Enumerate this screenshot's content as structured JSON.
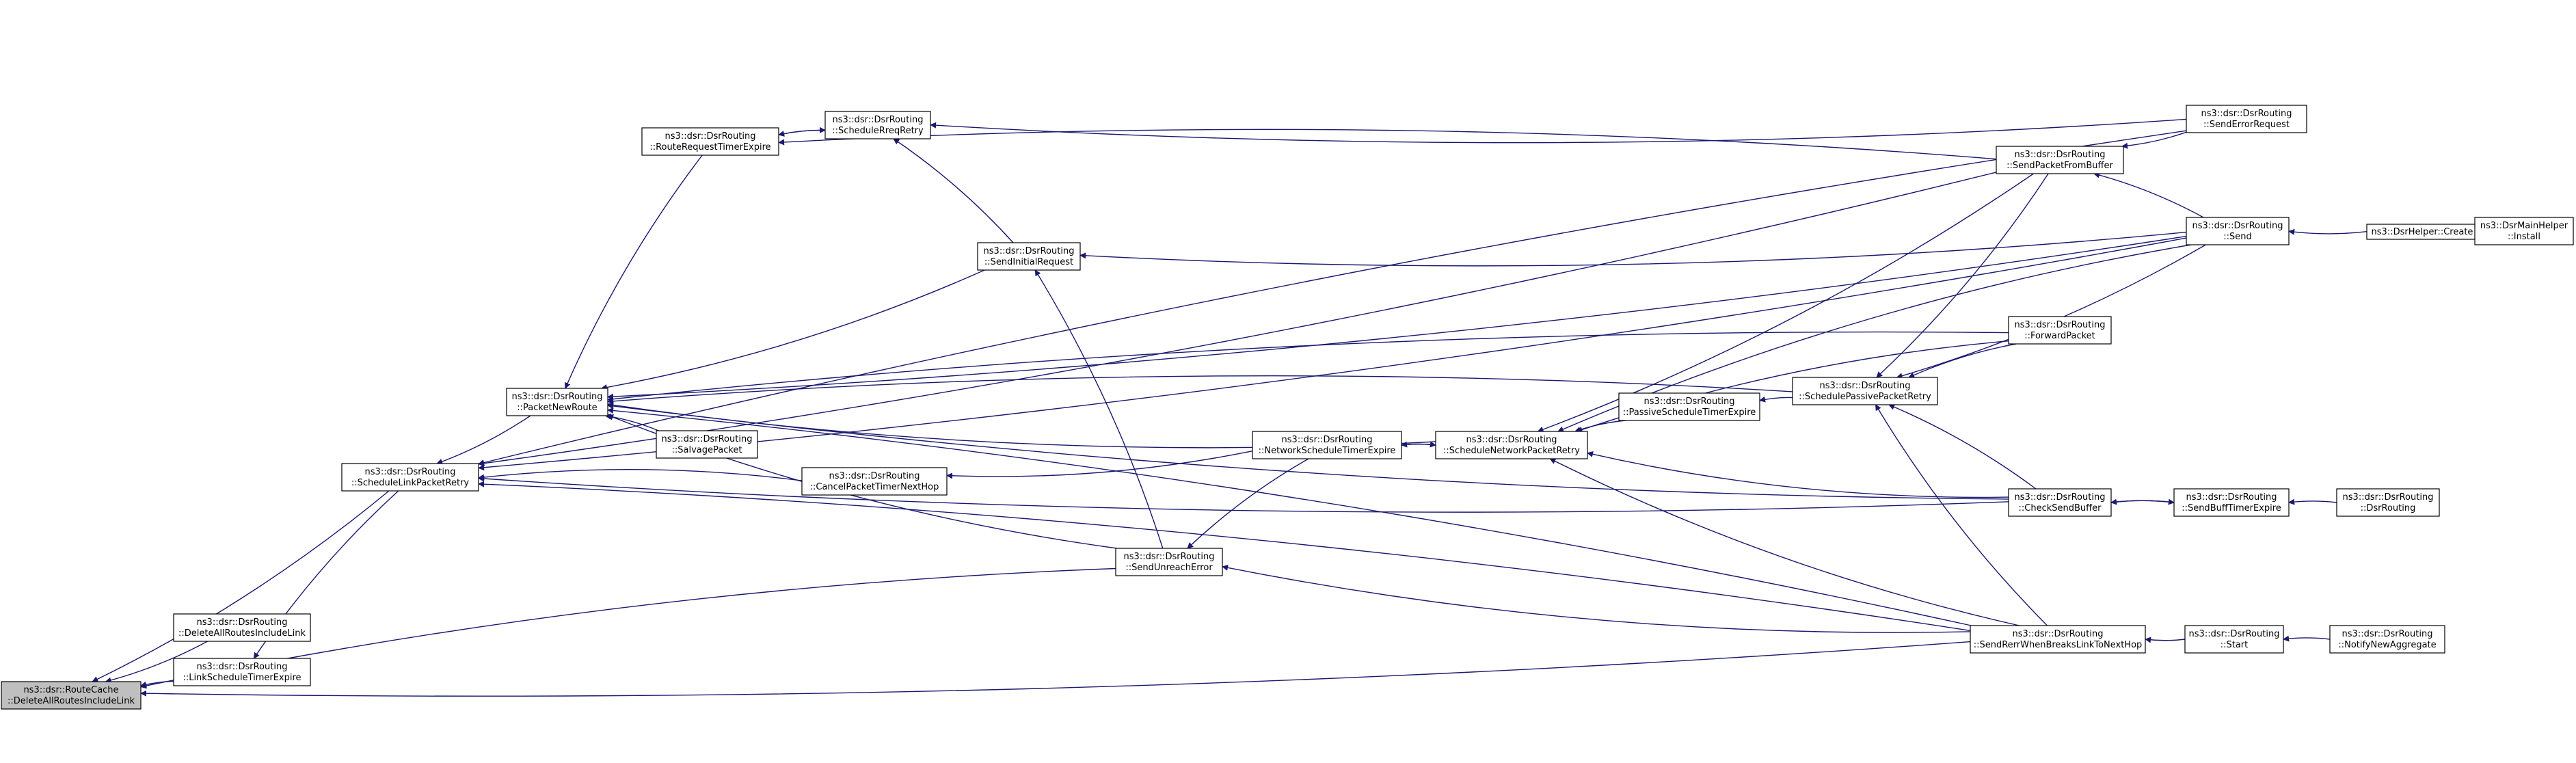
{
  "diagram": {
    "type": "caller-graph",
    "edge_color": "#191970",
    "root_fill": "#bfbfbf",
    "nodes": [
      {
        "id": "root",
        "lines": [
          "ns3::dsr::RouteCache",
          "::DeleteAllRoutesIncludeLink"
        ],
        "root": true
      },
      {
        "id": "deleteAll",
        "lines": [
          "ns3::dsr::DsrRouting",
          "::DeleteAllRoutesIncludeLink"
        ]
      },
      {
        "id": "linkSched",
        "lines": [
          "ns3::dsr::DsrRouting",
          "::LinkScheduleTimerExpire"
        ]
      },
      {
        "id": "schedLink",
        "lines": [
          "ns3::dsr::DsrRouting",
          "::ScheduleLinkPacketRetry"
        ]
      },
      {
        "id": "packetNew",
        "lines": [
          "ns3::dsr::DsrRouting",
          "::PacketNewRoute"
        ]
      },
      {
        "id": "routeReq",
        "lines": [
          "ns3::dsr::DsrRouting",
          "::RouteRequestTimerExpire"
        ]
      },
      {
        "id": "schedRreq",
        "lines": [
          "ns3::dsr::DsrRouting",
          "::ScheduleRreqRetry"
        ]
      },
      {
        "id": "salvage",
        "lines": [
          "ns3::dsr::DsrRouting",
          "::SalvagePacket"
        ]
      },
      {
        "id": "cancelTimer",
        "lines": [
          "ns3::dsr::DsrRouting",
          "::CancelPacketTimerNextHop"
        ]
      },
      {
        "id": "sendInitial",
        "lines": [
          "ns3::dsr::DsrRouting",
          "::SendInitialRequest"
        ]
      },
      {
        "id": "sendUnreach",
        "lines": [
          "ns3::dsr::DsrRouting",
          "::SendUnreachError"
        ]
      },
      {
        "id": "netSchedTimer",
        "lines": [
          "ns3::dsr::DsrRouting",
          "::NetworkScheduleTimerExpire"
        ]
      },
      {
        "id": "schedNet",
        "lines": [
          "ns3::dsr::DsrRouting",
          "::ScheduleNetworkPacketRetry"
        ]
      },
      {
        "id": "passiveTimer",
        "lines": [
          "ns3::dsr::DsrRouting",
          "::PassiveScheduleTimerExpire"
        ]
      },
      {
        "id": "schedPassive",
        "lines": [
          "ns3::dsr::DsrRouting",
          "::SchedulePassivePacketRetry"
        ]
      },
      {
        "id": "sendFromBuf",
        "lines": [
          "ns3::dsr::DsrRouting",
          "::SendPacketFromBuffer"
        ]
      },
      {
        "id": "forward",
        "lines": [
          "ns3::dsr::DsrRouting",
          "::ForwardPacket"
        ]
      },
      {
        "id": "checkBuf",
        "lines": [
          "ns3::dsr::DsrRouting",
          "::CheckSendBuffer"
        ]
      },
      {
        "id": "sendBuffTimer",
        "lines": [
          "ns3::dsr::DsrRouting",
          "::SendBuffTimerExpire"
        ]
      },
      {
        "id": "ctor",
        "lines": [
          "ns3::dsr::DsrRouting",
          "::DsrRouting"
        ]
      },
      {
        "id": "sendRerr",
        "lines": [
          "ns3::dsr::DsrRouting",
          "::SendRerrWhenBreaksLinkToNextHop"
        ]
      },
      {
        "id": "start",
        "lines": [
          "ns3::dsr::DsrRouting",
          "::Start"
        ]
      },
      {
        "id": "notify",
        "lines": [
          "ns3::dsr::DsrRouting",
          "::NotifyNewAggregate"
        ]
      },
      {
        "id": "sendErrReq",
        "lines": [
          "ns3::dsr::DsrRouting",
          "::SendErrorRequest"
        ]
      },
      {
        "id": "send",
        "lines": [
          "ns3::dsr::DsrRouting",
          "::Send"
        ]
      },
      {
        "id": "helperCreate",
        "lines": [
          "ns3::DsrHelper::Create"
        ]
      },
      {
        "id": "mainInstall",
        "lines": [
          "ns3::DsrMainHelper",
          "::Install"
        ]
      }
    ],
    "edges": [
      {
        "from": "deleteAll",
        "to": "root"
      },
      {
        "from": "linkSched",
        "to": "root"
      },
      {
        "from": "schedLink",
        "to": "root"
      },
      {
        "from": "sendUnreach",
        "to": "root"
      },
      {
        "from": "sendRerr",
        "to": "root"
      },
      {
        "from": "schedLink",
        "to": "linkSched"
      },
      {
        "from": "packetNew",
        "to": "schedLink"
      },
      {
        "from": "cancelTimer",
        "to": "schedLink"
      },
      {
        "from": "sendFromBuf",
        "to": "schedLink"
      },
      {
        "from": "sendErrReq",
        "to": "schedLink"
      },
      {
        "from": "checkBuf",
        "to": "schedLink"
      },
      {
        "from": "sendRerr",
        "to": "schedLink"
      },
      {
        "from": "send",
        "to": "schedLink"
      },
      {
        "from": "routeReq",
        "to": "packetNew"
      },
      {
        "from": "sendInitial",
        "to": "packetNew"
      },
      {
        "from": "salvage",
        "to": "packetNew"
      },
      {
        "from": "sendUnreach",
        "to": "packetNew"
      },
      {
        "from": "forward",
        "to": "packetNew"
      },
      {
        "from": "checkBuf",
        "to": "packetNew"
      },
      {
        "from": "sendRerr",
        "to": "packetNew"
      },
      {
        "from": "schedNet",
        "to": "packetNew"
      },
      {
        "from": "schedPassive",
        "to": "packetNew"
      },
      {
        "from": "send",
        "to": "packetNew"
      },
      {
        "from": "schedRreq",
        "to": "routeReq"
      },
      {
        "from": "routeReq",
        "to": "schedRreq"
      },
      {
        "from": "sendInitial",
        "to": "schedRreq"
      },
      {
        "from": "sendErrReq",
        "to": "schedRreq"
      },
      {
        "from": "sendFromBuf",
        "to": "routeReq"
      },
      {
        "from": "send",
        "to": "sendInitial"
      },
      {
        "from": "sendUnreach",
        "to": "sendInitial"
      },
      {
        "from": "netSchedTimer",
        "to": "cancelTimer"
      },
      {
        "from": "netSchedTimer",
        "to": "sendUnreach"
      },
      {
        "from": "sendRerr",
        "to": "sendUnreach"
      },
      {
        "from": "schedNet",
        "to": "netSchedTimer"
      },
      {
        "from": "netSchedTimer",
        "to": "schedNet"
      },
      {
        "from": "passiveTimer",
        "to": "schedNet"
      },
      {
        "from": "sendFromBuf",
        "to": "schedNet"
      },
      {
        "from": "forward",
        "to": "schedNet"
      },
      {
        "from": "checkBuf",
        "to": "schedNet"
      },
      {
        "from": "send",
        "to": "schedNet"
      },
      {
        "from": "sendRerr",
        "to": "schedNet"
      },
      {
        "from": "schedPassive",
        "to": "passiveTimer"
      },
      {
        "from": "sendFromBuf",
        "to": "schedPassive"
      },
      {
        "from": "forward",
        "to": "schedPassive"
      },
      {
        "from": "send",
        "to": "schedPassive"
      },
      {
        "from": "checkBuf",
        "to": "schedPassive"
      },
      {
        "from": "sendRerr",
        "to": "schedPassive"
      },
      {
        "from": "send",
        "to": "sendFromBuf"
      },
      {
        "from": "sendErrReq",
        "to": "sendFromBuf"
      },
      {
        "from": "sendBuffTimer",
        "to": "checkBuf"
      },
      {
        "from": "checkBuf",
        "to": "sendBuffTimer"
      },
      {
        "from": "ctor",
        "to": "sendBuffTimer"
      },
      {
        "from": "start",
        "to": "sendRerr"
      },
      {
        "from": "notify",
        "to": "start"
      },
      {
        "from": "helperCreate",
        "to": "send"
      },
      {
        "from": "mainInstall",
        "to": "helperCreate"
      }
    ]
  }
}
